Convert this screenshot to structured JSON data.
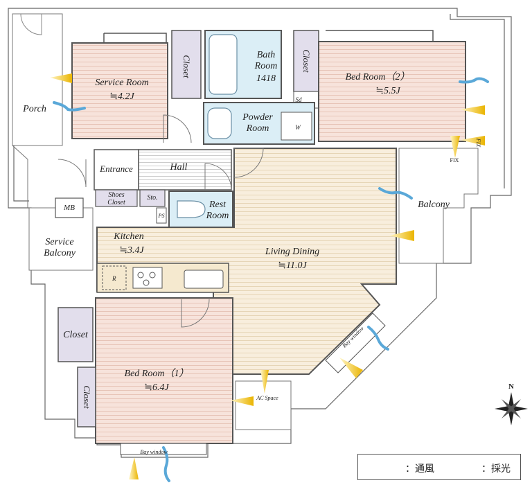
{
  "rooms": {
    "service_room": {
      "name": "Service Room",
      "size": "≒4.2J"
    },
    "bed_room_2": {
      "name": "Bed Room（2）",
      "size": "≒5.5J"
    },
    "bath_room": {
      "name": "Bath Room",
      "code": "1418"
    },
    "powder_room": {
      "name": "Powder Room"
    },
    "entrance": {
      "name": "Entrance"
    },
    "hall": {
      "name": "Hall"
    },
    "shoes_closet": {
      "name": "Shoes Closet"
    },
    "storage": {
      "name": "Sto."
    },
    "rest_room": {
      "name": "Rest Room"
    },
    "kitchen": {
      "name": "Kitchen",
      "size": "≒3.4J"
    },
    "living_dining": {
      "name": "Living Dining",
      "size": "≒11.0J"
    },
    "bed_room_1": {
      "name": "Bed Room（1）",
      "size": "≒6.4J"
    }
  },
  "outdoor": {
    "porch": "Porch",
    "balcony": "Balcony",
    "service_balcony": "Service Balcony"
  },
  "fixtures": {
    "closet": "Closet",
    "mb": "MB",
    "ps": "PS",
    "sd": "Sd",
    "w": "W",
    "r": "R",
    "fix": "FIX",
    "ac_space": "AC Space",
    "bay_window": "Bay window"
  },
  "compass": {
    "north": "N"
  },
  "legend": {
    "ventilation": "：通風",
    "daylight": "：採光"
  },
  "colors": {
    "bedroom_fill": "#f7e3db",
    "living_fill": "#f8eedd",
    "bath_fill": "#dbeef6",
    "closet_fill": "#e2deec",
    "wind_arrow": "#5aa8d8",
    "light_arrow": "#f0c020"
  }
}
